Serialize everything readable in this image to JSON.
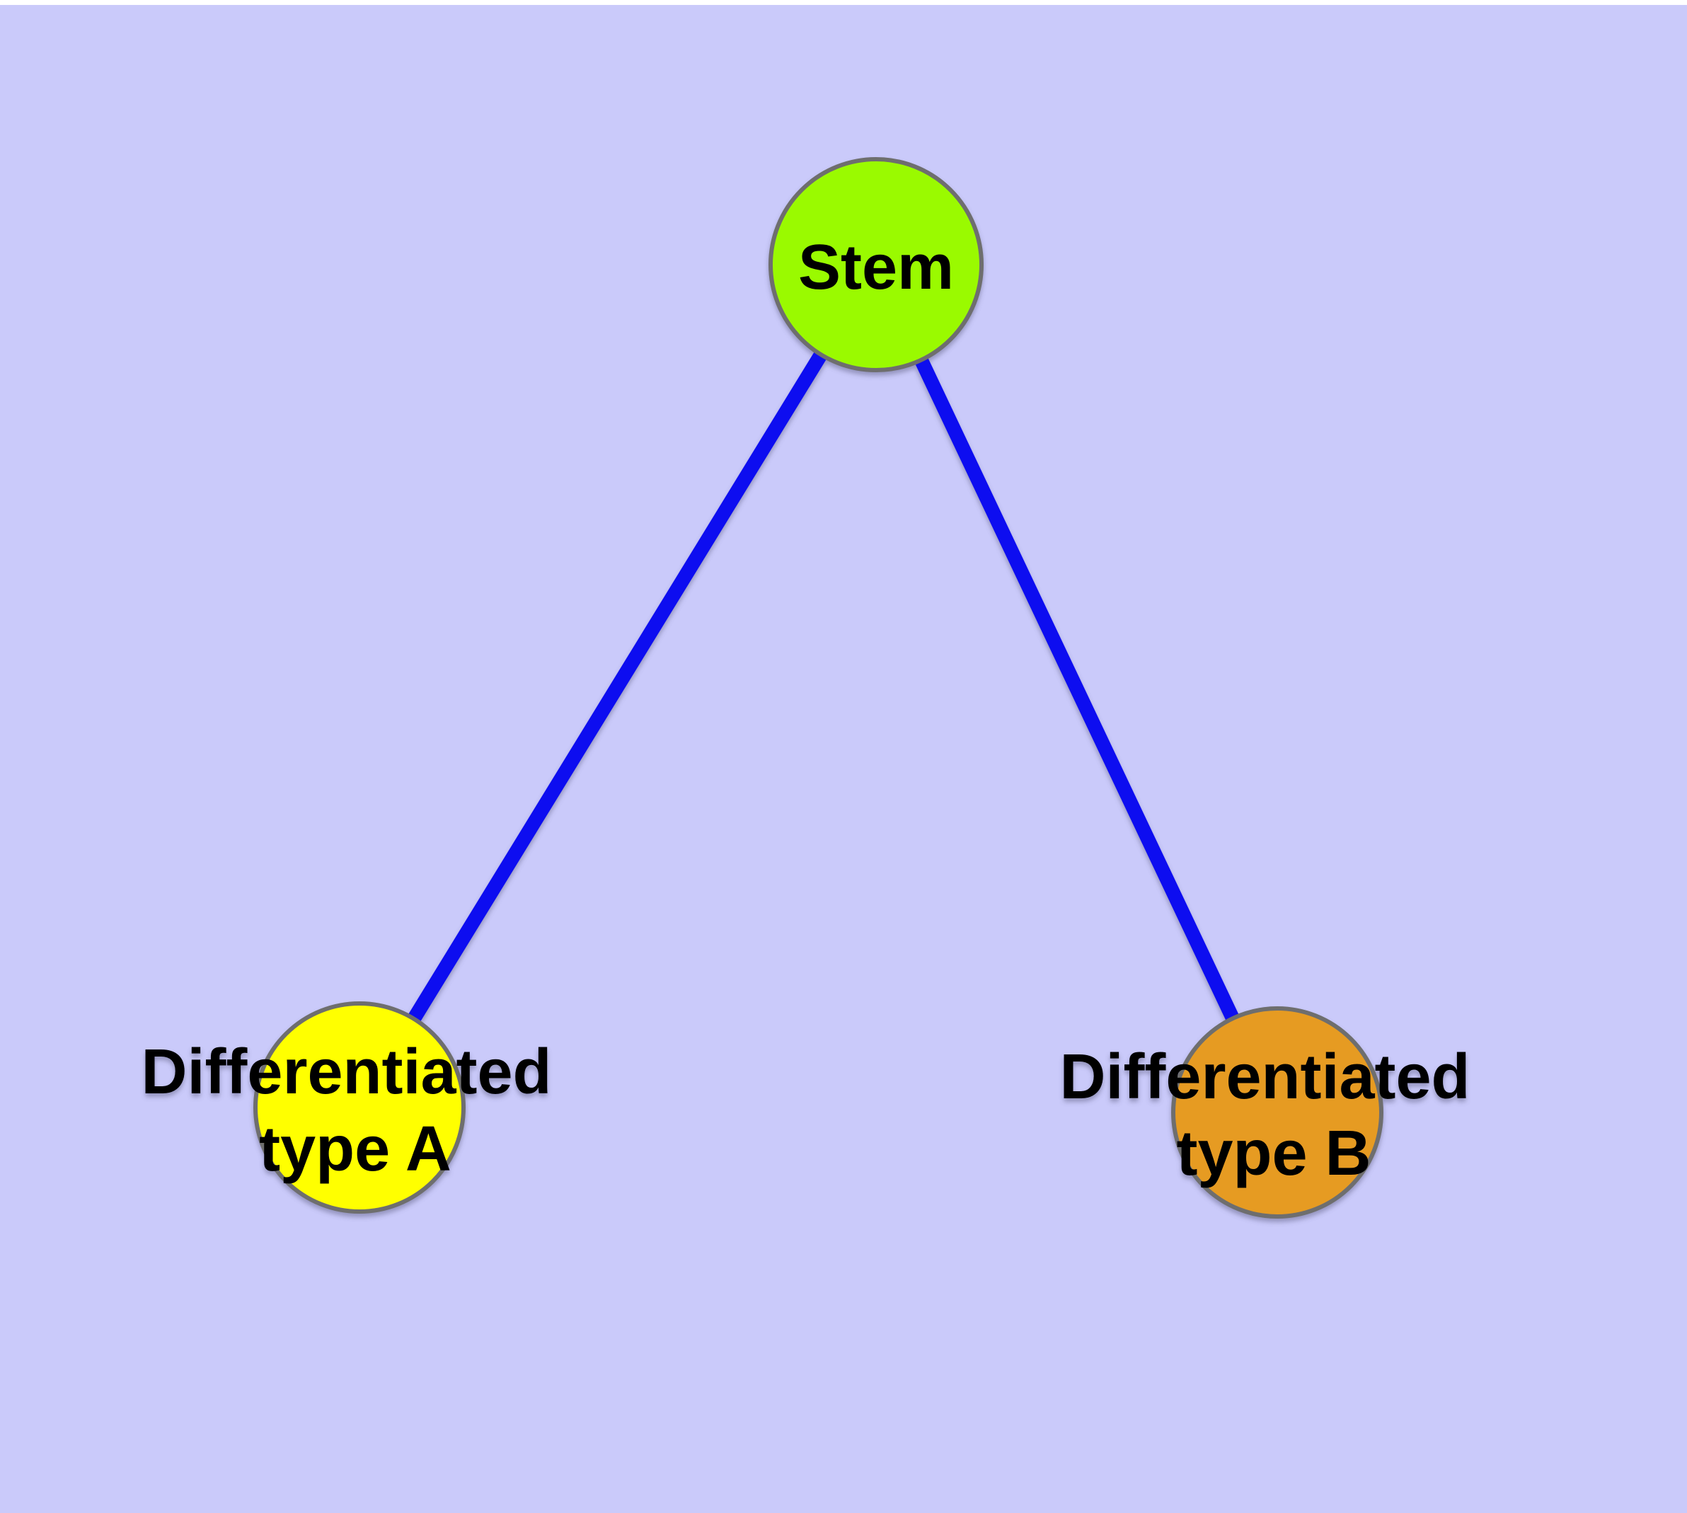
{
  "diagram": {
    "background_color": "#CACAFA",
    "margin_color": "#FFFFFF",
    "node_border_color": "#6E6E6E",
    "edge_color": "#0808F0",
    "label_color": "#000000",
    "nodes": [
      {
        "id": "stem",
        "label_lines": [
          "Stem"
        ],
        "label_text": "Stem",
        "color": "#9AFA02"
      },
      {
        "id": "differentiated-type-a",
        "label_lines": [
          "Differentiated",
          "type A"
        ],
        "label_text": "Differentiated type A",
        "color": "#FFFF00"
      },
      {
        "id": "differentiated-type-b",
        "label_lines": [
          "Differentiated",
          "type B"
        ],
        "label_text": "Differentiated type B",
        "color": "#E69B23"
      }
    ],
    "edges": [
      {
        "from": "Stem",
        "to": "Differentiated type A"
      },
      {
        "from": "Stem",
        "to": "Differentiated type B"
      }
    ]
  }
}
